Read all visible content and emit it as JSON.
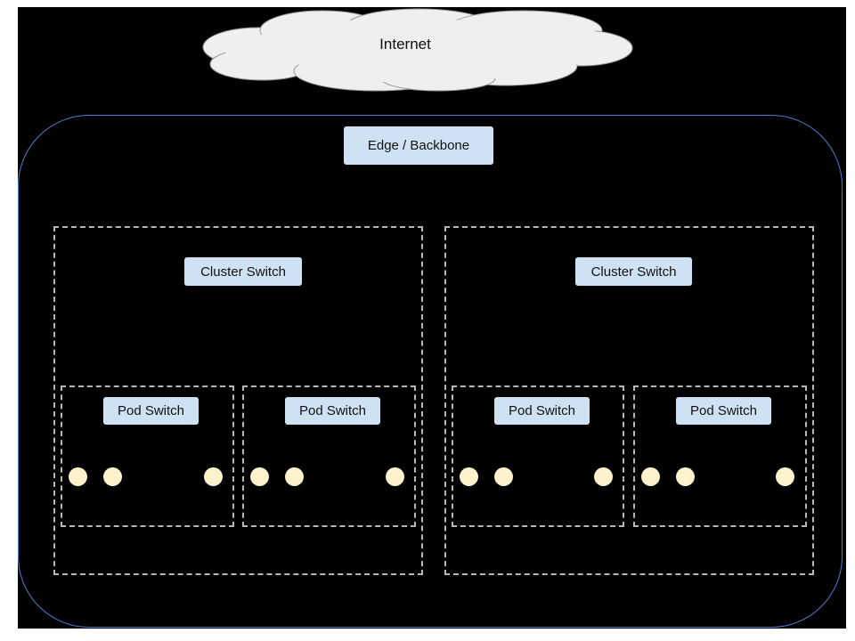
{
  "cloud": {
    "label": "Internet"
  },
  "region": {
    "edge_label": "Edge / Backbone",
    "clusters": [
      {
        "switch_label": "Cluster Switch",
        "pods": [
          {
            "switch_label": "Pod Switch"
          },
          {
            "switch_label": "Pod Switch"
          }
        ]
      },
      {
        "switch_label": "Cluster Switch",
        "pods": [
          {
            "switch_label": "Pod Switch"
          },
          {
            "switch_label": "Pod Switch"
          }
        ]
      }
    ]
  },
  "colors": {
    "backdrop": "#000000",
    "switch_fill": "#cfe2f3",
    "host_fill": "#fff2cc",
    "region_border": "#4a7fd0",
    "dashed_border": "#b7b7b7",
    "cloud_fill": "#efefef"
  },
  "icons": {
    "cloud": "cloud-icon",
    "host": "server-node-icon"
  }
}
